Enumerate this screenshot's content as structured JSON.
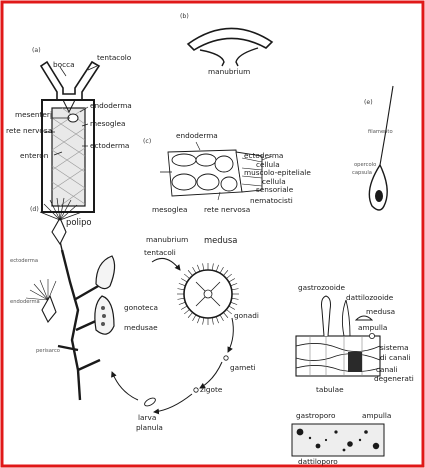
{
  "colors": {
    "border": "#e01818",
    "ink": "#1a1a1a",
    "hatch": "#6d6d6d"
  },
  "panel_a": {
    "tag": "(a)",
    "bocca": "bocca",
    "tentacolo": "tentacolo",
    "mesenteri": "mesenteri",
    "endoderma": "endoderma",
    "mesoglea": "mesoglea",
    "rete_nervosa": "rete nervosa",
    "ectoderma": "ectoderma",
    "enteron": "enteron"
  },
  "panel_b": {
    "tag": "(b)",
    "manubrium": "manubrium"
  },
  "panel_c": {
    "tag": "(c)",
    "endoderma": "endoderma",
    "ectoderma": "ectoderma",
    "cellula_muscolo_1": "cellula",
    "cellula_muscolo_2": "muscolo-epiteliale",
    "cellula_sensoriale_1": "cellula",
    "cellula_sensoriale_2": "sensoriale",
    "nematocisti": "nematocisti",
    "mesoglea": "mesoglea",
    "rete_nervosa": "rete nervosa"
  },
  "panel_d": {
    "tag": "(d)",
    "polipo": "polipo",
    "manubrium": "manubrium",
    "medusa": "medusa",
    "tentacoli": "tentacoli",
    "gonoteca": "gonoteca",
    "medusae": "medusae",
    "gonadi": "gonadi",
    "gameti": "gameti",
    "zigote": "zigote",
    "larva": "larva",
    "planula": "planula",
    "faint_1": "ectoderma",
    "faint_2": "endoderma",
    "faint_3": "perisarco"
  },
  "panel_e": {
    "tag": "(e)",
    "faint_1": "filamento",
    "faint_2": "opercolo",
    "faint_3": "capsula"
  },
  "panel_f": {
    "gastrozooide": "gastrozooide",
    "dattilozooide": "dattilozooide",
    "medusa": "medusa",
    "ampulla": "ampulla",
    "sistema_1": "sistema",
    "sistema_2": "di canali",
    "canali_1": "canali",
    "canali_2": "degenerati",
    "tabulae": "tabulae",
    "gastroporo": "gastroporo",
    "ampulla_2": "ampulla",
    "dattiloporo": "dattiloporo"
  }
}
